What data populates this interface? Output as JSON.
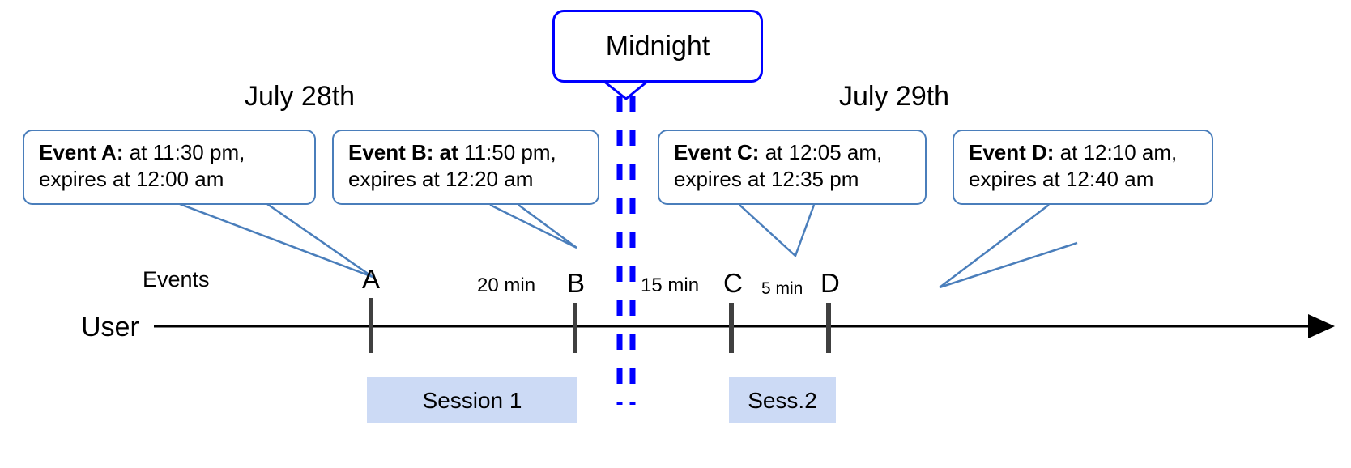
{
  "diagram": {
    "title_callout": {
      "label": "Midnight"
    },
    "dates": [
      {
        "label": "July 28th"
      },
      {
        "label": "July 29th"
      }
    ],
    "row_labels": {
      "events": "Events",
      "user": "User"
    },
    "events": [
      {
        "id": "A",
        "tick_label": "A",
        "bold_text": "Event A:",
        "line1_rest": " at 11:30 pm,",
        "line2": "expires at 12:00 am"
      },
      {
        "id": "B",
        "tick_label": "B",
        "bold_text": "Event B: at",
        "line1_rest": " 11:50 pm,",
        "line2": "expires at 12:20 am"
      },
      {
        "id": "C",
        "tick_label": "C",
        "bold_text": "Event C:",
        "line1_rest": " at 12:05 am,",
        "line2": "expires at 12:35 pm"
      },
      {
        "id": "D",
        "tick_label": "D",
        "bold_text": "Event D:",
        "line1_rest": "  at 12:10 am,",
        "line2": "expires at 12:40 am"
      }
    ],
    "gaps": [
      {
        "label": "20 min",
        "between": "A-B"
      },
      {
        "label": "15 min",
        "between": "B-C"
      },
      {
        "label": "5 min",
        "between": "C-D"
      }
    ],
    "sessions": [
      {
        "label": "Session 1"
      },
      {
        "label": "Sess.2"
      }
    ],
    "colors": {
      "callout_border": "#4a7ebb",
      "midnight_border": "#0000ff",
      "midnight_dash": "#0000ff",
      "session_fill": "#ccdaf5",
      "axis": "#000000",
      "tick": "#404040"
    }
  }
}
